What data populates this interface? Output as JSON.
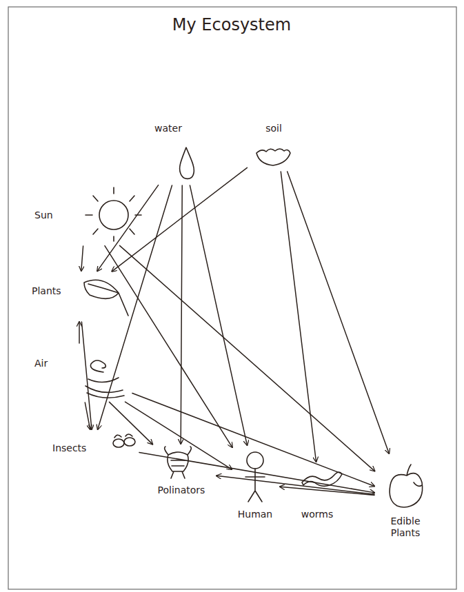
{
  "diagram": {
    "title": "My Ecosystem",
    "nodes": [
      {
        "text": [
          "water"
        ]
      },
      {
        "text": [
          "soil"
        ]
      },
      {
        "text": [
          "Sun"
        ]
      },
      {
        "text": [
          "Plants"
        ]
      },
      {
        "text": [
          "Air"
        ]
      },
      {
        "text": [
          "Insects"
        ]
      },
      {
        "text": [
          "Polinators"
        ]
      },
      {
        "text": [
          "Human"
        ]
      },
      {
        "text": [
          "worms"
        ]
      },
      {
        "text": [
          "Edible Plants"
        ]
      }
    ],
    "edges": [
      {
        "from": 2,
        "to": 3,
        "arrow": "to"
      },
      {
        "from": 2,
        "to": 7,
        "arrow": "to"
      },
      {
        "from": 2,
        "to": 9,
        "arrow": "to"
      },
      {
        "from": 0,
        "to": 3,
        "arrow": "to"
      },
      {
        "from": 0,
        "to": 5,
        "arrow": "to"
      },
      {
        "from": 0,
        "to": 6,
        "arrow": "to"
      },
      {
        "from": 0,
        "to": 7,
        "arrow": "to"
      },
      {
        "from": 1,
        "to": 3,
        "arrow": "to"
      },
      {
        "from": 1,
        "to": 8,
        "arrow": "to"
      },
      {
        "from": 1,
        "to": 9,
        "arrow": "to"
      },
      {
        "from": 4,
        "to": 3,
        "arrow": "to"
      },
      {
        "from": 4,
        "to": 5,
        "arrow": "to"
      },
      {
        "from": 4,
        "to": 6,
        "arrow": "to"
      },
      {
        "from": 4,
        "to": 7,
        "arrow": "to"
      },
      {
        "from": 4,
        "to": 9,
        "arrow": "to"
      },
      {
        "from": 3,
        "to": 5,
        "arrow": "to"
      },
      {
        "from": 5,
        "to": 9,
        "arrow": "to"
      },
      {
        "from": 9,
        "to": 6,
        "arrow": "to"
      },
      {
        "from": 9,
        "to": 7,
        "arrow": "to"
      }
    ]
  }
}
